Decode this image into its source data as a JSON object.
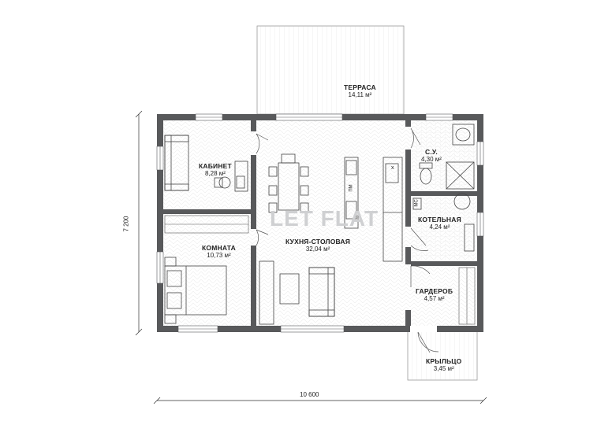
{
  "rooms": {
    "terrace": {
      "name": "ТЕРРАСА",
      "area": "14,11 м²"
    },
    "office": {
      "name": "КАБИНЕТ",
      "area": "8,28 м²"
    },
    "bathroom": {
      "name": "С.У.",
      "area": "4,30 м²"
    },
    "boiler": {
      "name": "КОТЕЛЬНАЯ",
      "area": "4,24 м²"
    },
    "bedroom": {
      "name": "КОМНАТА",
      "area": "10,73 м²"
    },
    "kitchen": {
      "name": "КУХНЯ-СТОЛОВАЯ",
      "area": "32,04 м²"
    },
    "wardrobe": {
      "name": "ГАРДЕРОБ",
      "area": "4,57 м²"
    },
    "porch": {
      "name": "КРЫЛЬЦО",
      "area": "3,45 м²"
    }
  },
  "fixtures": {
    "pm": "ПМ",
    "ms": "МС",
    "x": "х"
  },
  "dimensions": {
    "width": "10 600",
    "height": "7 200"
  },
  "watermark": "LET FLAT",
  "colors": {
    "wall": "#58595b",
    "line": "#333333"
  }
}
